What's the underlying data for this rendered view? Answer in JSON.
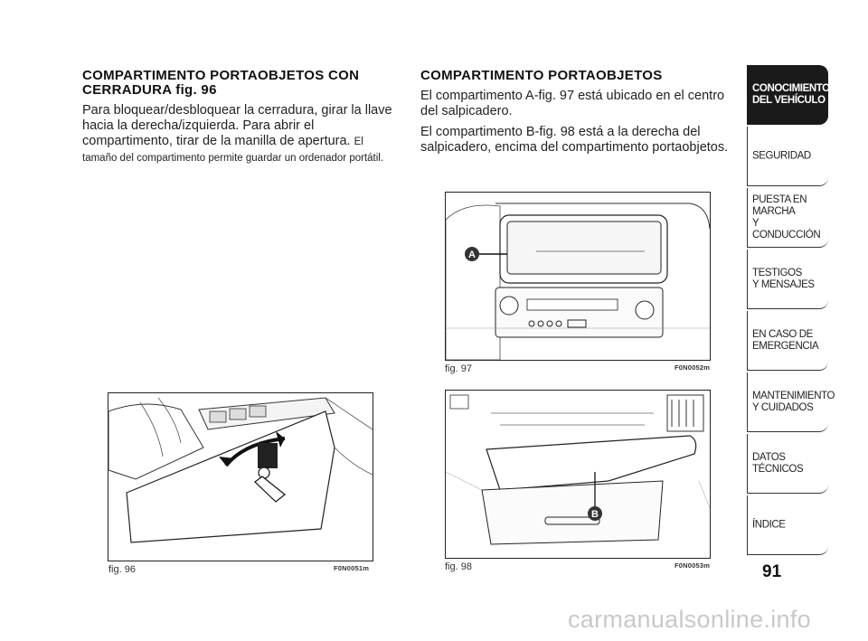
{
  "left": {
    "heading": "COMPARTIMENTO PORTAOBJETOS CON CERRADURA fig. 96",
    "body": "Para bloquear/desbloquear la cerradura, girar la llave hacia la derecha/izquierda. Para abrir el compartimento, tirar de la manilla de apertura.",
    "body_small": "El tamaño del compartimento permite guardar un ordenador portátil."
  },
  "right": {
    "heading": "COMPARTIMENTO PORTAOBJETOS",
    "para1": "El compartimento A-fig. 97 está ubicado en el centro del salpicadero.",
    "para2": "El compartimento B-fig. 98 está a la derecha del salpicadero, encima del compartimento portaobjetos."
  },
  "figures": {
    "fig96": {
      "caption": "fig. 96",
      "code": "F0N0051m"
    },
    "fig97": {
      "caption": "fig. 97",
      "code": "F0N0052m",
      "marker": "A"
    },
    "fig98": {
      "caption": "fig. 98",
      "code": "F0N0053m",
      "marker": "B"
    }
  },
  "sidebar": {
    "items": [
      {
        "label": "CONOCIMIENTO\nDEL VEHÍCULO",
        "active": true
      },
      {
        "label": "SEGURIDAD",
        "active": false
      },
      {
        "label": "PUESTA EN\nMARCHA\nY CONDUCCIÓN",
        "active": false
      },
      {
        "label": "TESTIGOS\nY MENSAJES",
        "active": false
      },
      {
        "label": "EN CASO DE\nEMERGENCIA",
        "active": false
      },
      {
        "label": "MANTENIMIENTO\nY CUIDADOS",
        "active": false
      },
      {
        "label": "DATOS\nTÉCNICOS",
        "active": false
      },
      {
        "label": "ÍNDICE",
        "active": false
      }
    ]
  },
  "page_number": "91",
  "watermark": "carmanualsonline.info"
}
